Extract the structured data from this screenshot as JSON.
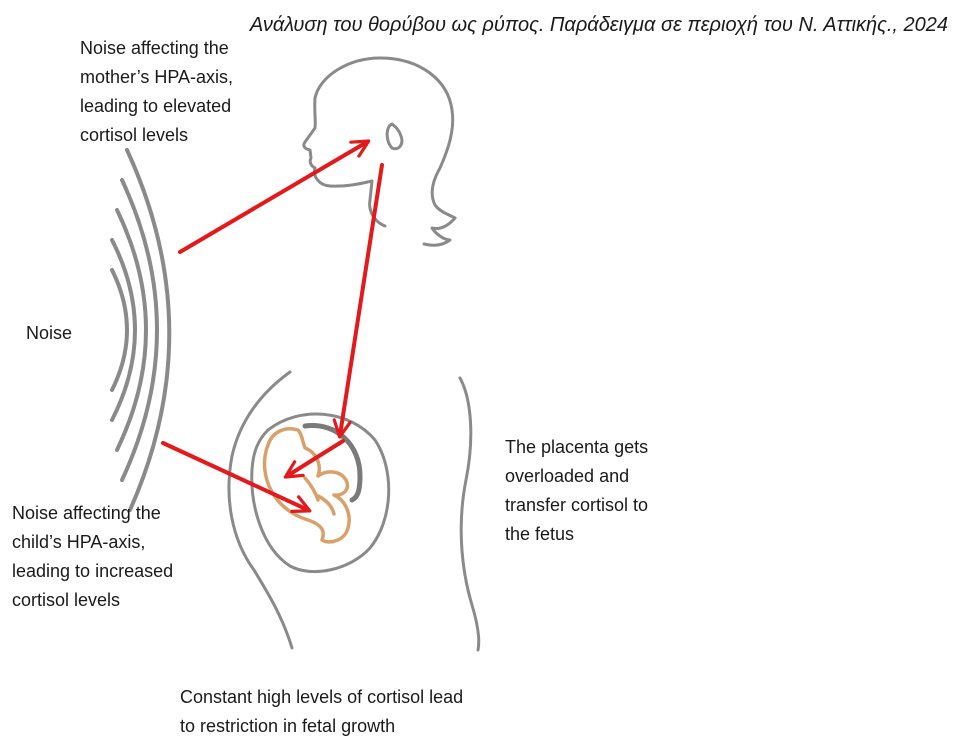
{
  "header": {
    "source": "Ανάλυση του θορύβου ως ρύπος. Παράδειγμα σε περιοχή του Ν. Αττικής., 2024"
  },
  "labels": {
    "mother_hpa": [
      "Noise affecting the",
      "mother’s HPA-axis,",
      "leading to elevated",
      "cortisol levels"
    ],
    "noise": [
      "Noise"
    ],
    "child_hpa": [
      "Noise affecting the",
      "child’s HPA-axis,",
      "leading to increased",
      "cortisol levels"
    ],
    "placenta": [
      "The placenta gets",
      "overloaded and",
      "transfer cortisol to",
      "the fetus"
    ],
    "restriction": [
      "Constant high levels of cortisol lead",
      "to restriction in fetal growth"
    ]
  },
  "colors": {
    "outline": "#8a8a8a",
    "arrow": "#e3191b",
    "fetus": "#d9a06a",
    "text": "#1a1a1a"
  }
}
